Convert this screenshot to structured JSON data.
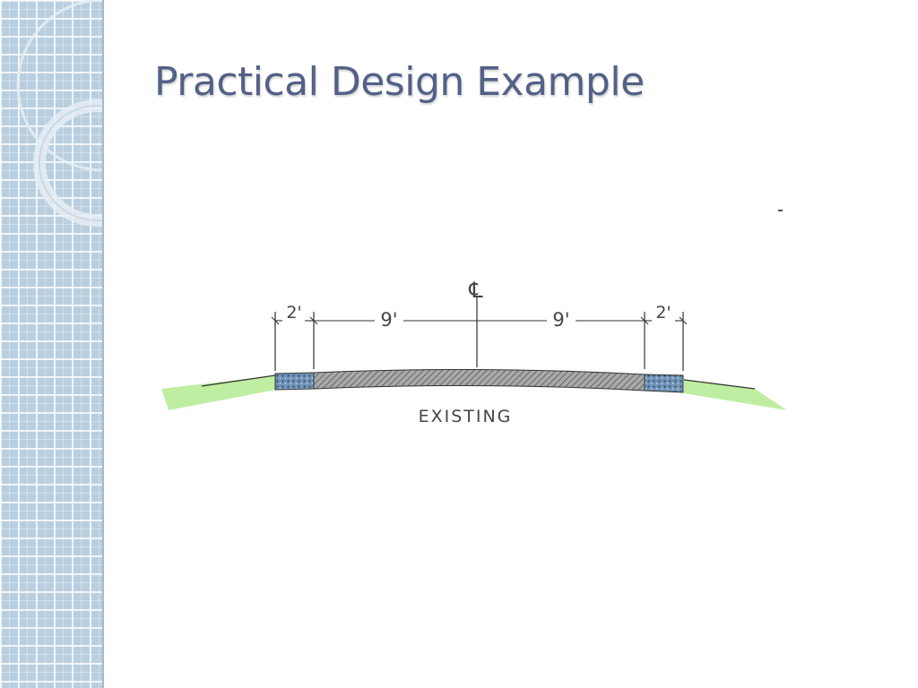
{
  "slide": {
    "title": "Practical Design Example"
  },
  "diagram": {
    "centerline_symbol": "℄",
    "dimensions": [
      {
        "label": "2'"
      },
      {
        "label": "9'"
      },
      {
        "label": "9'"
      },
      {
        "label": "2'"
      }
    ],
    "surface_label": "EXISTING"
  },
  "colors": {
    "title": "#536087",
    "sidebar": "#b9cfe0",
    "grass": "#b8ec98",
    "shoulder": "#6f93b8",
    "pavement": "#8a8a8a"
  }
}
